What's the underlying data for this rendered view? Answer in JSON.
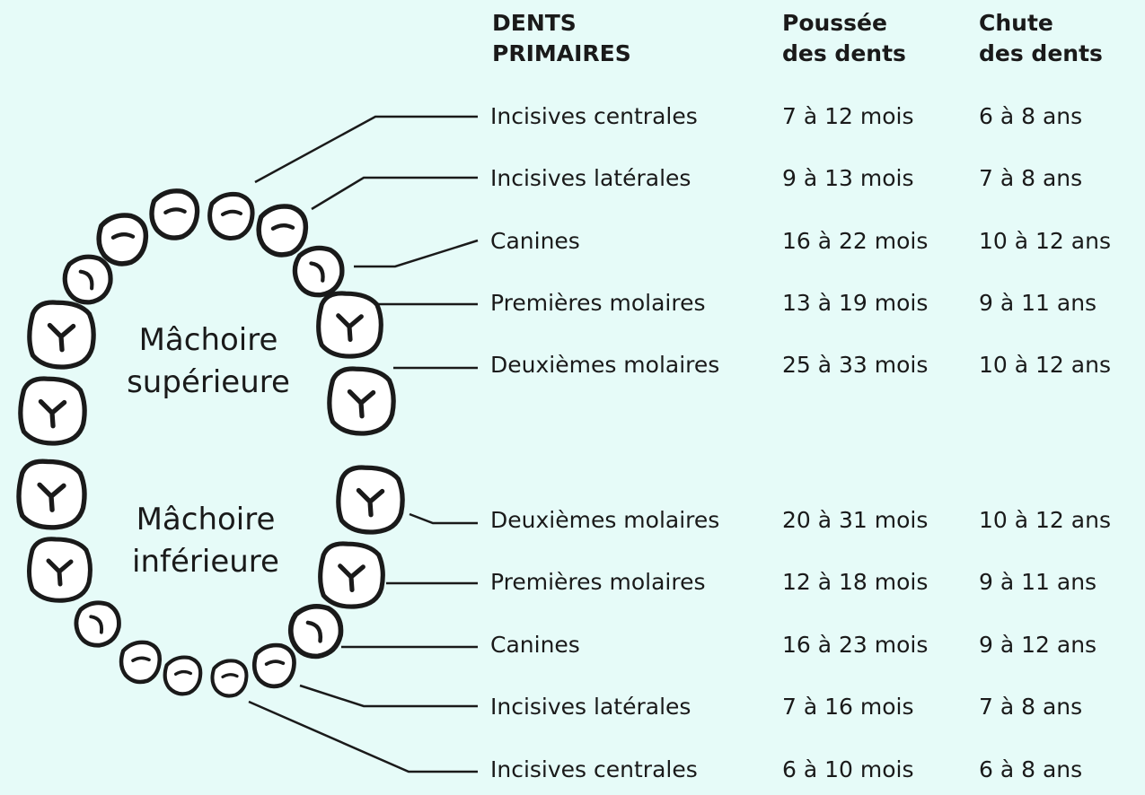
{
  "headers": {
    "teeth": [
      "DENTS",
      "PRIMAIRES"
    ],
    "eruption": [
      "Poussée",
      "des dents"
    ],
    "shedding": [
      "Chute",
      "des dents"
    ]
  },
  "jaw_labels": {
    "upper": [
      "Mâchoire",
      "supérieure"
    ],
    "lower": [
      "Mâchoire",
      "inférieure"
    ]
  },
  "upper_rows": [
    {
      "name": "Incisives centrales",
      "eruption": "7 à 12 mois",
      "shedding": "6 à 8 ans"
    },
    {
      "name": "Incisives latérales",
      "eruption": "9 à 13 mois",
      "shedding": "7 à 8 ans"
    },
    {
      "name": "Canines",
      "eruption": "16 à 22 mois",
      "shedding": "10 à 12 ans"
    },
    {
      "name": "Premières molaires",
      "eruption": "13 à 19 mois",
      "shedding": "9 à 11 ans"
    },
    {
      "name": "Deuxièmes molaires",
      "eruption": "25 à 33 mois",
      "shedding": "10 à 12 ans"
    }
  ],
  "lower_rows": [
    {
      "name": "Deuxièmes molaires",
      "eruption": "20 à 31 mois",
      "shedding": "10 à 12 ans"
    },
    {
      "name": "Premières molaires",
      "eruption": "12 à 18 mois",
      "shedding": "9 à 11 ans"
    },
    {
      "name": "Canines",
      "eruption": "16 à 23 mois",
      "shedding": "9 à 12 ans"
    },
    {
      "name": "Incisives latérales",
      "eruption": "7 à 16 mois",
      "shedding": "7 à 8 ans"
    },
    {
      "name": "Incisives centrales",
      "eruption": "6 à 10 mois",
      "shedding": "6 à 8 ans"
    }
  ],
  "colors": {
    "background": "#e6fbf8",
    "tooth_fill": "#ffffff",
    "outline": "#1a1a1a"
  }
}
